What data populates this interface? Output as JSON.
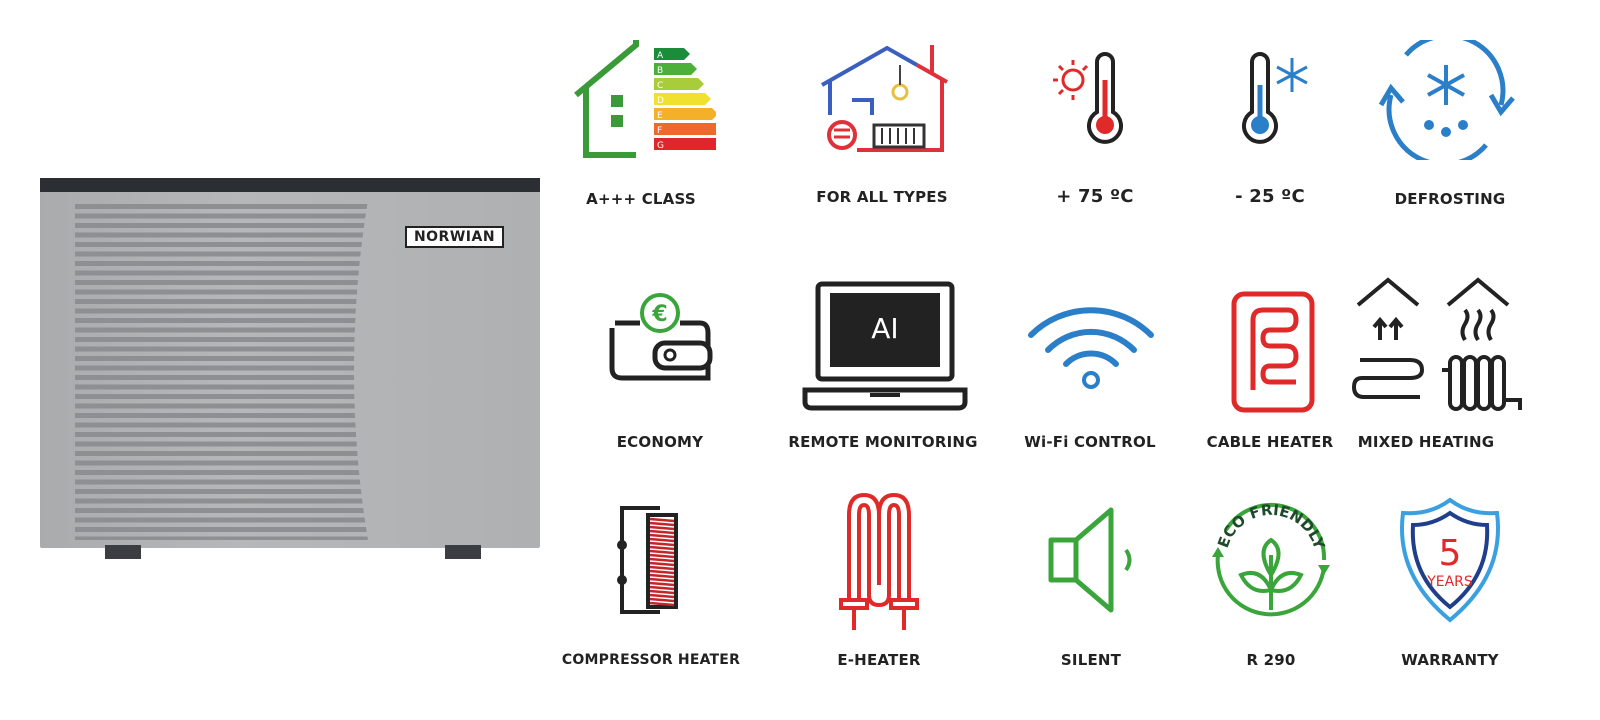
{
  "product": {
    "brand": "NORWIAN"
  },
  "features": [
    {
      "label": "A+++ CLASS",
      "icon": "energy-class-house-icon",
      "classes": [
        "A",
        "B",
        "C",
        "D",
        "E",
        "F",
        "G"
      ]
    },
    {
      "label": "FOR ALL TYPES",
      "icon": "house-heating-types-icon"
    },
    {
      "label": "+ 75 ºC",
      "icon": "hot-thermometer-icon"
    },
    {
      "label": "- 25 ºC",
      "icon": "cold-thermometer-icon"
    },
    {
      "label": "DEFROSTING",
      "icon": "defrost-cycle-icon"
    },
    {
      "label": "ECONOMY",
      "icon": "wallet-euro-icon"
    },
    {
      "label": "REMOTE MONITORING",
      "icon": "laptop-ai-icon",
      "screen_text": "AI"
    },
    {
      "label": "Wi-Fi CONTROL",
      "icon": "wifi-icon"
    },
    {
      "label": "CABLE HEATER",
      "icon": "cable-heater-icon"
    },
    {
      "label": "MIXED HEATING",
      "icon": "mixed-heating-icon"
    },
    {
      "label": "COMPRESSOR HEATER",
      "icon": "compressor-heater-icon"
    },
    {
      "label": "E-HEATER",
      "icon": "e-heater-icon"
    },
    {
      "label": "SILENT",
      "icon": "speaker-icon"
    },
    {
      "label": "R 290",
      "icon": "eco-friendly-icon",
      "badge_text": "ECO FRIENDLY"
    },
    {
      "label": "WARRANTY",
      "icon": "warranty-shield-icon",
      "badge_number": "5",
      "badge_text": "YEARS"
    }
  ],
  "colors": {
    "green": "#3aa53a",
    "red": "#e02a2a",
    "blue": "#2a7fc8",
    "dark": "#222222"
  }
}
